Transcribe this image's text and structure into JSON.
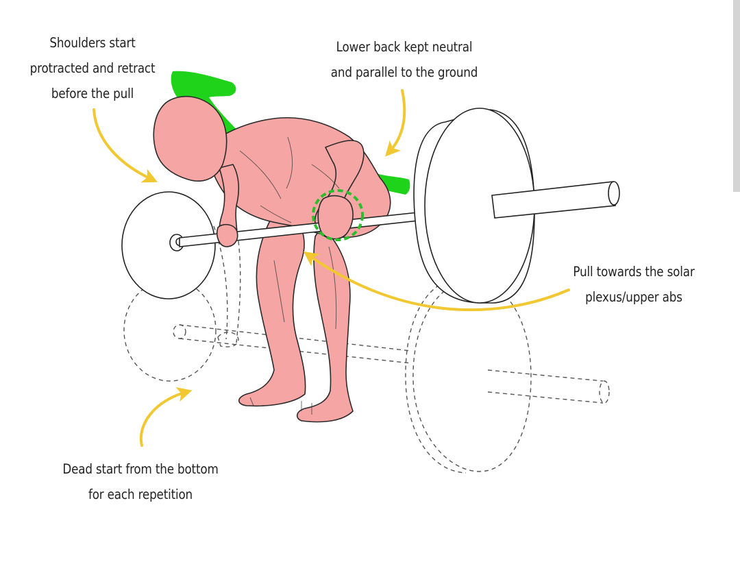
{
  "annotations": {
    "shoulders": [
      "Shoulders start",
      "protracted and retract",
      "before the pull"
    ],
    "lower_back": [
      "Lower back kept neutral",
      "and parallel to the ground"
    ],
    "pull": [
      "Pull towards the solar",
      "plexus/upper abs"
    ],
    "dead_start": [
      "Dead start from the bottom",
      "for each repetition"
    ]
  },
  "colors": {
    "skin": "#f5a5a3",
    "skin_outline": "#2a2a2a",
    "highlight": "#1ed31a",
    "arrow": "#f2c832",
    "target_ring": "#2bbd2b",
    "ink": "#222222",
    "ghost": "#555555"
  }
}
